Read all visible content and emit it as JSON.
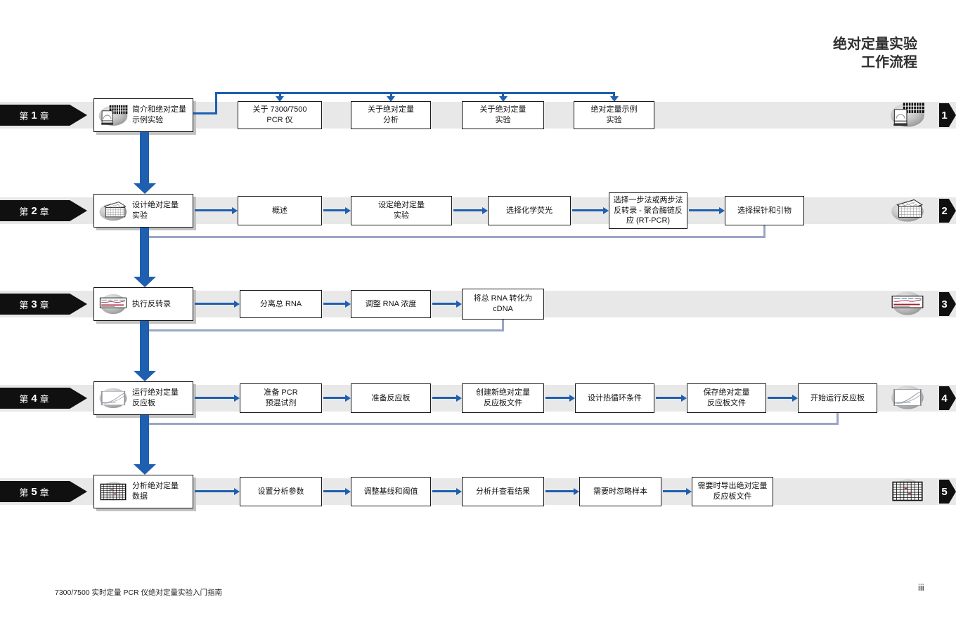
{
  "title": {
    "line1": "绝对定量实验",
    "line2": "工作流程"
  },
  "footer": {
    "doc_title": "7300/7500 实时定量 PCR 仪绝对定量实验入门指南",
    "page_number": "iii"
  },
  "colors": {
    "arrow_blue": "#1e5fb0",
    "return_line": "#9aa5c6",
    "band_gray": "#e8e8e8",
    "chapter_black": "#101010"
  },
  "rows": [
    {
      "chapter": {
        "prefix": "第",
        "number": "1",
        "suffix": "章",
        "title": "简介和绝对定量\n示例实验",
        "icon": "pcr-instrument-icon",
        "badge": "1"
      },
      "steps": [
        {
          "label": "关于 7300/7500\nPCR 仪"
        },
        {
          "label": "关于绝对定量\n分析"
        },
        {
          "label": "关于绝对定量\n实验"
        },
        {
          "label": "绝对定量示例\n实验"
        }
      ]
    },
    {
      "chapter": {
        "prefix": "第",
        "number": "2",
        "suffix": "章",
        "title": "设计绝对定量\n实验",
        "icon": "reaction-plate-icon",
        "badge": "2"
      },
      "steps": [
        {
          "label": "概述"
        },
        {
          "label": "设定绝对定量\n实验"
        },
        {
          "label": "选择化学荧光"
        },
        {
          "label": "选择一步法或两步法\n反转录 - 聚合酶链反\n应 (RT-PCR)"
        },
        {
          "label": "选择探针和引物"
        }
      ]
    },
    {
      "chapter": {
        "prefix": "第",
        "number": "3",
        "suffix": "章",
        "title": "执行反转录",
        "icon": "reverse-transcription-icon",
        "badge": "3"
      },
      "steps": [
        {
          "label": "分离总 RNA"
        },
        {
          "label": "调整 RNA 浓度"
        },
        {
          "label": "将总 RNA 转化为\ncDNA"
        }
      ]
    },
    {
      "chapter": {
        "prefix": "第",
        "number": "4",
        "suffix": "章",
        "title": "运行绝对定量\n反应板",
        "icon": "amplification-plot-icon",
        "badge": "4"
      },
      "steps": [
        {
          "label": "准备 PCR\n预混试剂"
        },
        {
          "label": "准备反应板"
        },
        {
          "label": "创建新绝对定量\n反应板文件"
        },
        {
          "label": "设计热循环条件"
        },
        {
          "label": "保存绝对定量\n反应板文件"
        },
        {
          "label": "开始运行反应板"
        }
      ]
    },
    {
      "chapter": {
        "prefix": "第",
        "number": "5",
        "suffix": "章",
        "title": "分析绝对定量\n数据",
        "icon": "data-table-icon",
        "badge": "5"
      },
      "steps": [
        {
          "label": "设置分析参数"
        },
        {
          "label": "调整基线和阈值"
        },
        {
          "label": "分析并查看结果"
        },
        {
          "label": "需要时忽略样本"
        },
        {
          "label": "需要时导出绝对定量\n反应板文件"
        }
      ]
    }
  ]
}
